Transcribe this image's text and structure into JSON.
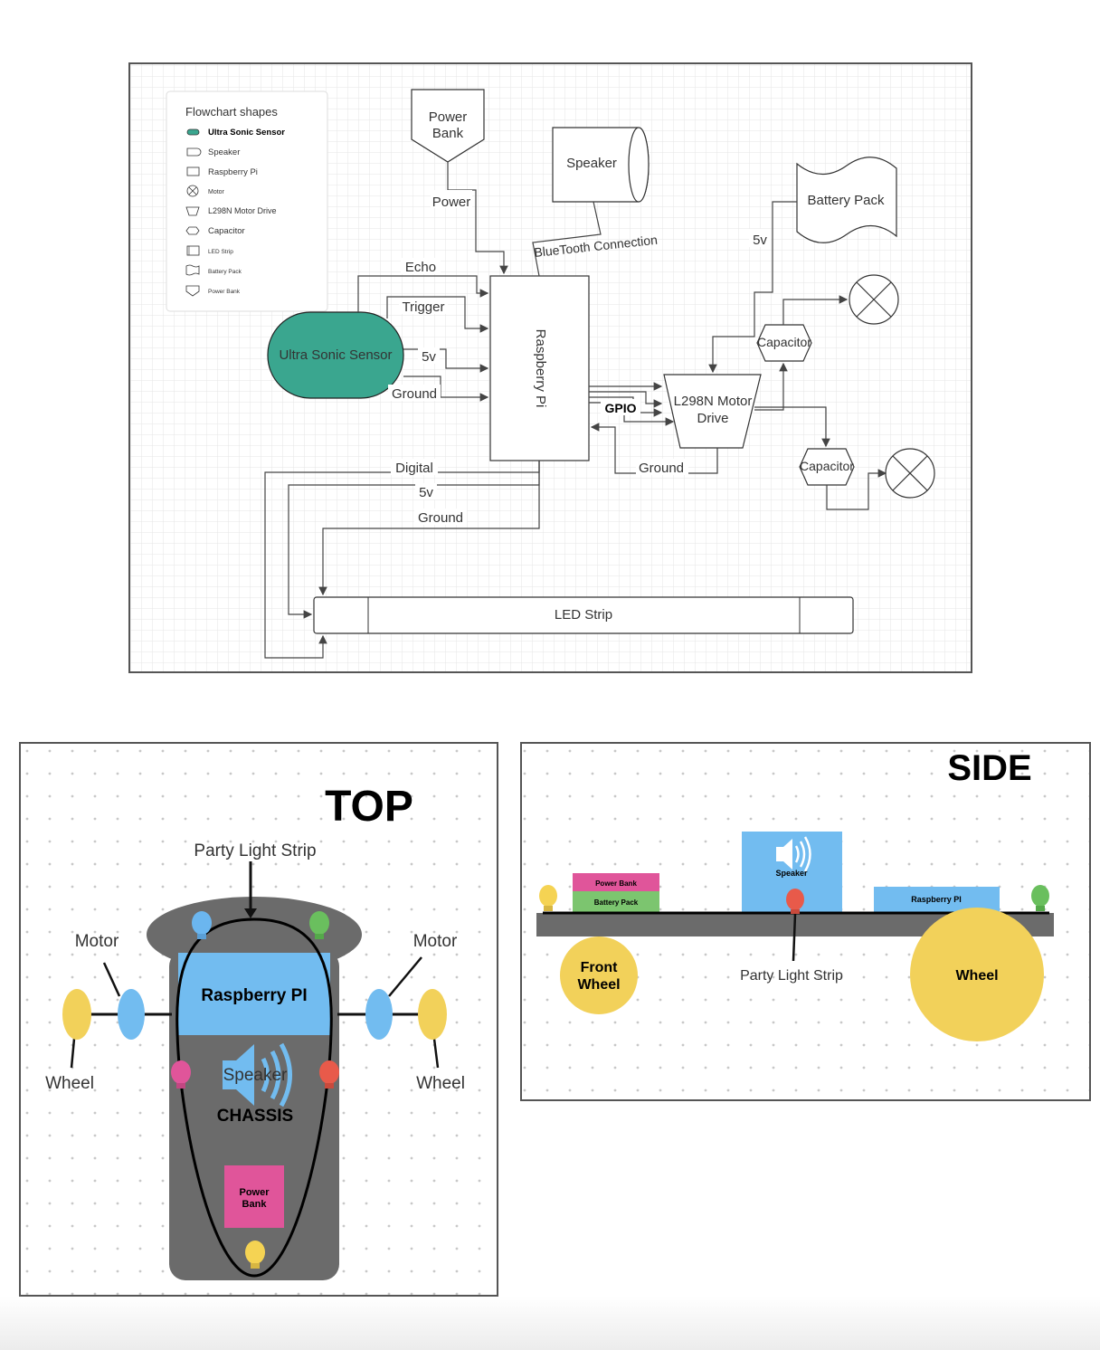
{
  "legend": {
    "title": "Flowchart shapes",
    "items": [
      "Ultra Sonic Sensor",
      "Speaker",
      "Raspberry Pi",
      "Motor",
      "L298N Motor Drive",
      "Capacitor",
      "LED Strip",
      "Battery Pack",
      "Power Bank"
    ]
  },
  "flow": {
    "power_bank": [
      "Power",
      "Bank"
    ],
    "speaker": "Speaker",
    "battery_pack": "Battery Pack",
    "ultrasonic": "Ultra Sonic Sensor",
    "raspberry_pi": "Raspberry Pi",
    "motor_drive": [
      "L298N Motor",
      "Drive"
    ],
    "capacitor": "Capacitor",
    "led_strip": "LED Strip",
    "labels": {
      "power": "Power",
      "bluetooth": "BlueTooth Connection",
      "five_v_battery": "5v",
      "echo": "Echo",
      "trigger": "Trigger",
      "five_v_sensor": "5v",
      "ground_sensor": "Ground",
      "gpio": "GPIO",
      "ground_drive": "Ground",
      "digital": "Digital",
      "five_v_led": "5v",
      "ground_led": "Ground"
    }
  },
  "top_view": {
    "title": "TOP",
    "party_light_strip": "Party Light Strip",
    "motor_left": "Motor",
    "motor_right": "Motor",
    "wheel_left": "Wheel",
    "wheel_right": "Wheel",
    "raspberry_pi": "Raspberry PI",
    "speaker": "Speaker",
    "chassis": "CHASSIS",
    "power_bank": [
      "Power",
      "Bank"
    ]
  },
  "side_view": {
    "title": "SIDE",
    "power_bank": "Power Bank",
    "battery_pack": "Battery Pack",
    "speaker": "Speaker",
    "raspberry_pi": "Raspberry PI",
    "front_wheel": [
      "Front",
      "Wheel"
    ],
    "party_light_strip": "Party Light Strip",
    "wheel": "Wheel"
  },
  "colors": {
    "sensor_teal": "#3aa68f",
    "pi_blue": "#72bcf0",
    "wheel_yellow": "#f2d15a",
    "chassis_gray": "#6b6b6b",
    "bank_pink": "#e0559a",
    "battery_green": "#7cc56f",
    "bulb_red": "#e85a4a",
    "bulb_green": "#6abf5e",
    "bulb_blue": "#6bb6ef",
    "bulb_yellow": "#f5d353"
  }
}
